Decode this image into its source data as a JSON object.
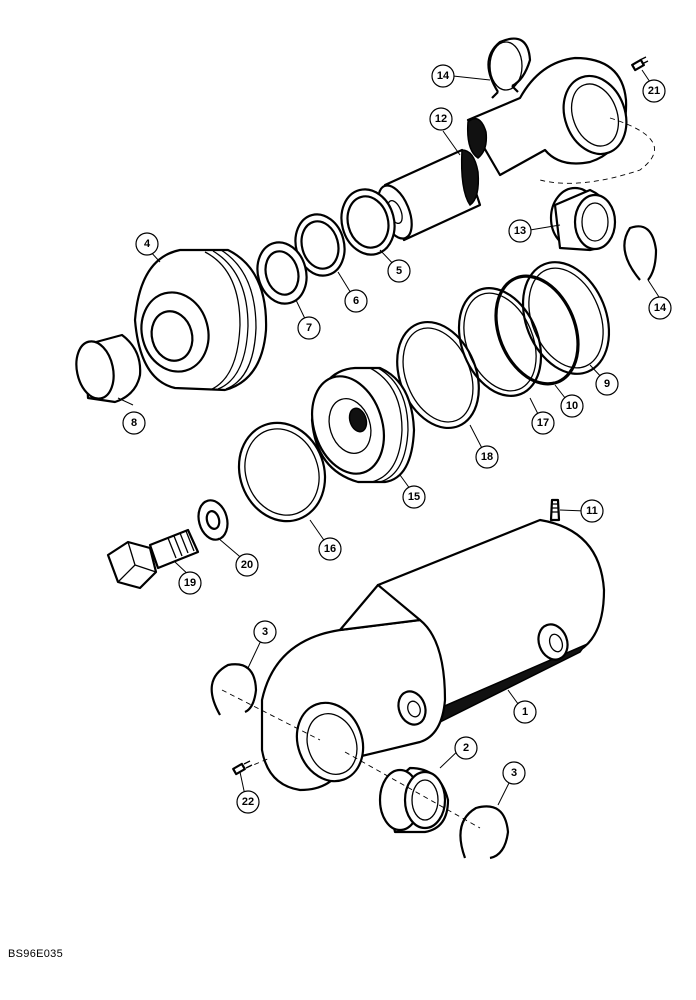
{
  "callouts": [
    {
      "id": "c1",
      "label": "1"
    },
    {
      "id": "c2",
      "label": "2"
    },
    {
      "id": "c3a",
      "label": "3"
    },
    {
      "id": "c3b",
      "label": "3"
    },
    {
      "id": "c4",
      "label": "4"
    },
    {
      "id": "c5",
      "label": "5"
    },
    {
      "id": "c6",
      "label": "6"
    },
    {
      "id": "c7",
      "label": "7"
    },
    {
      "id": "c8",
      "label": "8"
    },
    {
      "id": "c9",
      "label": "9"
    },
    {
      "id": "c10",
      "label": "10"
    },
    {
      "id": "c11",
      "label": "11"
    },
    {
      "id": "c12",
      "label": "12"
    },
    {
      "id": "c13",
      "label": "13"
    },
    {
      "id": "c14a",
      "label": "14"
    },
    {
      "id": "c14b",
      "label": "14"
    },
    {
      "id": "c15",
      "label": "15"
    },
    {
      "id": "c16",
      "label": "16"
    },
    {
      "id": "c17",
      "label": "17"
    },
    {
      "id": "c18",
      "label": "18"
    },
    {
      "id": "c19",
      "label": "19"
    },
    {
      "id": "c20",
      "label": "20"
    },
    {
      "id": "c21",
      "label": "21"
    },
    {
      "id": "c22",
      "label": "22"
    }
  ],
  "reference_code": "BS96E035"
}
